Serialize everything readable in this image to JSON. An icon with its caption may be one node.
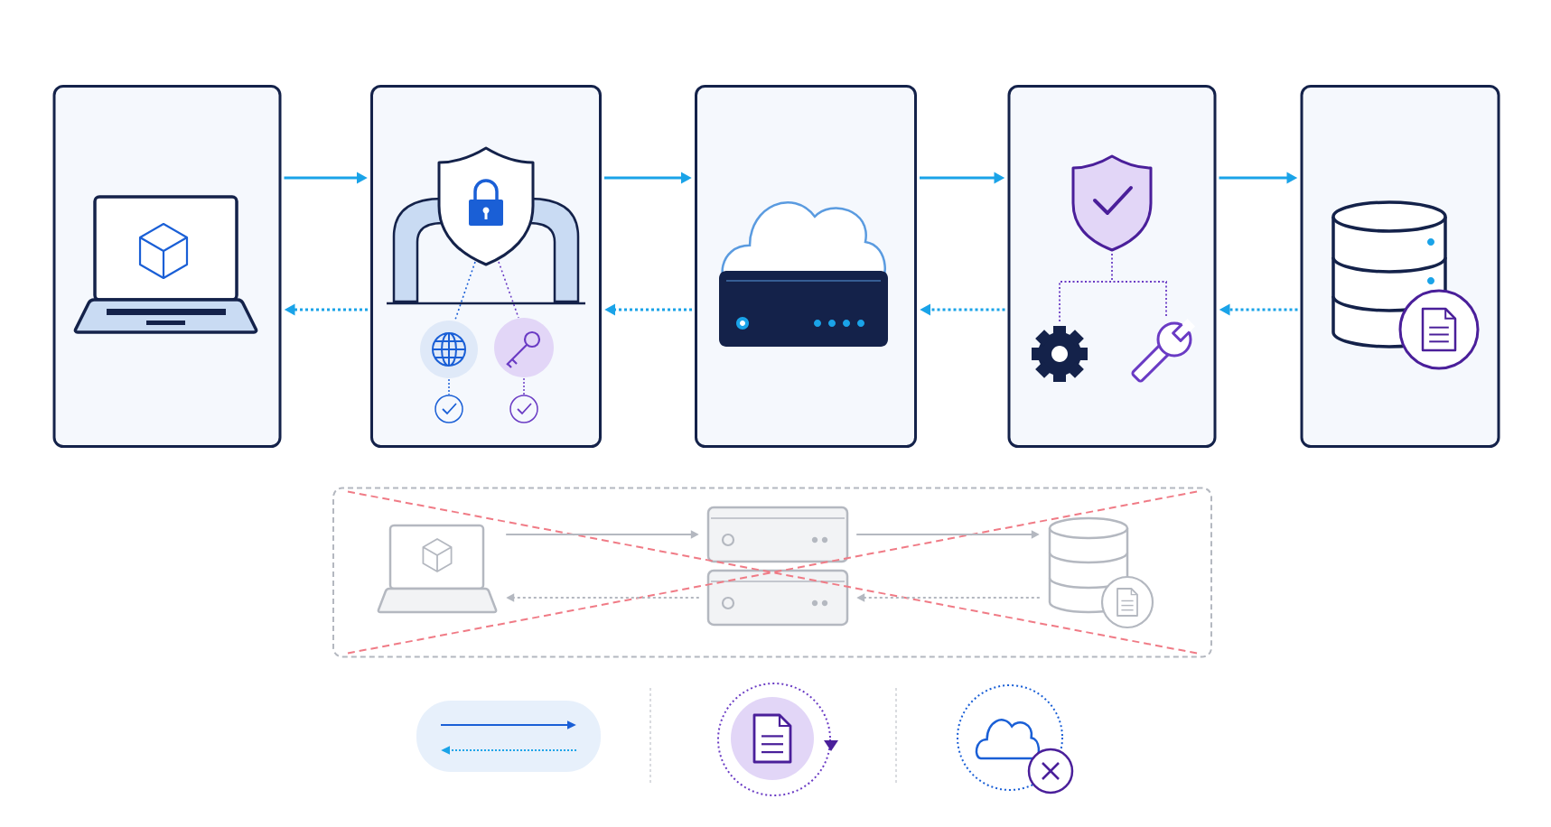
{
  "diagram": {
    "nodes": [
      {
        "text": [],
        "shape": "box"
      },
      {
        "text": [],
        "shape": "box"
      },
      {
        "text": [],
        "shape": "box"
      },
      {
        "text": [],
        "shape": "box"
      },
      {
        "text": [],
        "shape": "box"
      },
      {
        "text": [],
        "shape": "box"
      },
      {
        "text": [],
        "shape": "picture",
        "in": 5
      },
      {
        "text": [],
        "shape": "picture",
        "in": 5
      },
      {
        "text": [],
        "shape": "picture",
        "in": 5
      },
      {
        "text": [],
        "shape": "picture",
        "in": 5
      }
    ],
    "edges": [
      {
        "from": 0,
        "to": 1,
        "arrow": "to"
      },
      {
        "from": 1,
        "to": 2,
        "arrow": "to"
      },
      {
        "from": 2,
        "to": 3,
        "arrow": "to"
      },
      {
        "from": 3,
        "to": 4,
        "arrow": "to"
      },
      {
        "from": 1,
        "to": 0,
        "arrow": "to",
        "style": "dashed"
      },
      {
        "from": 2,
        "to": 1,
        "arrow": "to",
        "style": "dashed"
      },
      {
        "from": 3,
        "to": 2,
        "arrow": "to",
        "style": "dashed"
      },
      {
        "from": 4,
        "to": 3,
        "arrow": "to",
        "style": "dashed"
      },
      {
        "from": 6,
        "to": 7,
        "arrow": "to",
        "color": "#b4b8c0"
      },
      {
        "from": 7,
        "to": 9,
        "arrow": "to",
        "color": "#b4b8c0"
      },
      {
        "from": 9,
        "to": 8,
        "arrow": "to",
        "style": "dashed",
        "color": "#b4b8c0"
      },
      {
        "from": 8,
        "to": 6,
        "arrow": "to",
        "style": "dashed",
        "color": "#b4b8c0"
      }
    ]
  }
}
